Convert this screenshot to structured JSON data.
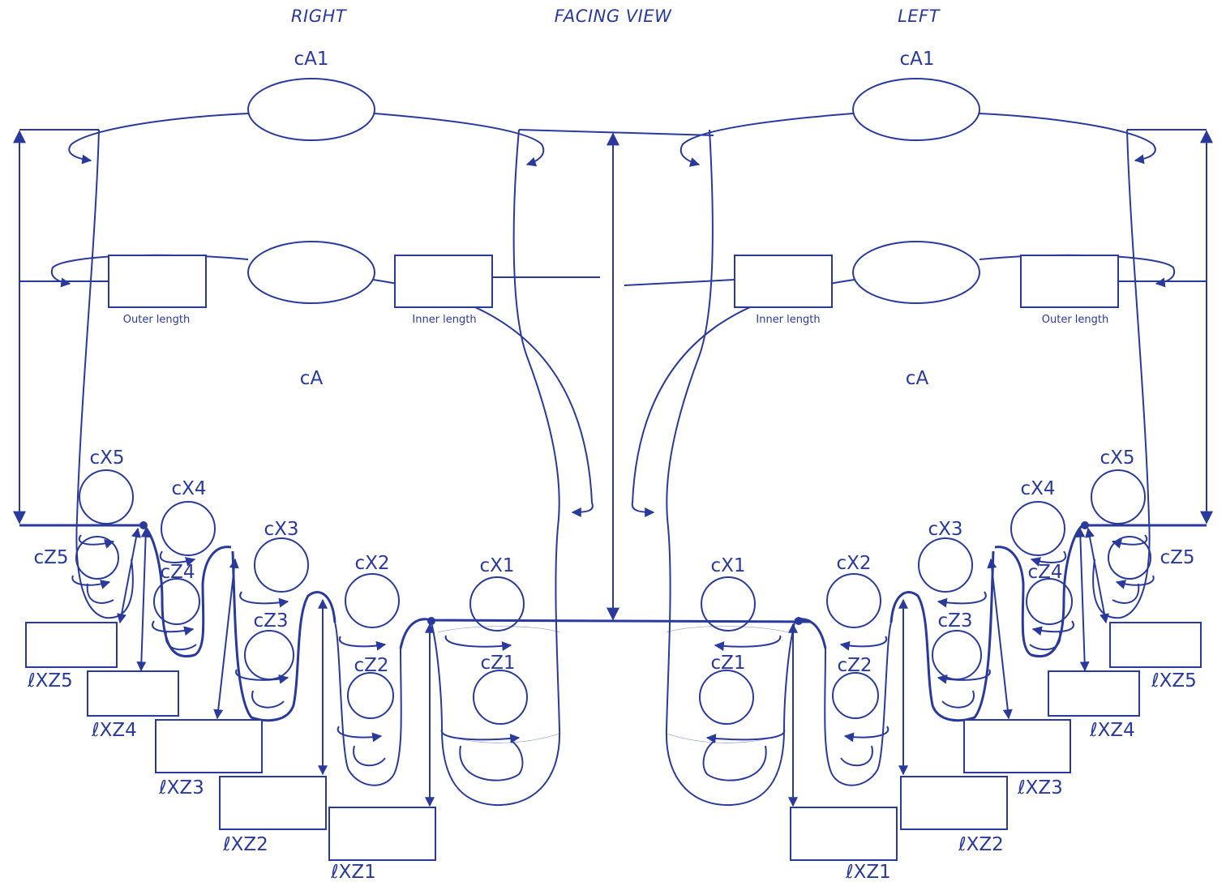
{
  "headers": {
    "right": "RIGHT",
    "center": "FACING VIEW",
    "left": "LEFT"
  },
  "labels": {
    "cA1": "cA1",
    "cA": "cA",
    "cX1": "cX1",
    "cX2": "cX2",
    "cX3": "cX3",
    "cX4": "cX4",
    "cX5": "cX5",
    "cZ1": "cZ1",
    "cZ2": "cZ2",
    "cZ3": "cZ3",
    "cZ4": "cZ4",
    "cZ5": "cZ5",
    "eXZ1": "ℓXZ1",
    "eXZ2": "ℓXZ2",
    "eXZ3": "ℓXZ3",
    "eXZ4": "ℓXZ4",
    "eXZ5": "ℓXZ5"
  },
  "measurements": {
    "outer_length": "Outer length",
    "inner_length": "Inner length"
  },
  "colors": {
    "ink": "#2a3a9c",
    "background": "#ffffff"
  }
}
